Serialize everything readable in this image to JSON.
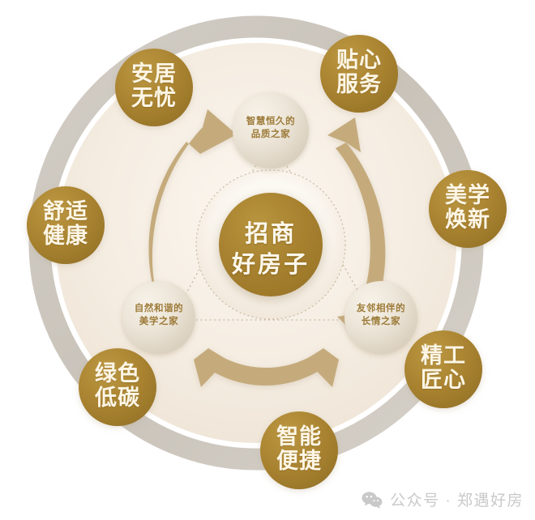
{
  "diagram": {
    "title_hub": "招商\n好房子",
    "colors": {
      "gold": "#a8822f",
      "gold_light": "#bf9b4a",
      "arrow": "#c5ab7c",
      "outer_ring": "#cdc8c0",
      "field_cream": "#f4ece1",
      "background": "#ffffff",
      "satellite_text": "#9d7b39",
      "watermark": "#c9c9c9"
    },
    "hub": {
      "name": "center-hub",
      "label": "招商\n好房子"
    },
    "satellites": [
      {
        "id": "quality-home",
        "label": "智慧恒久的\n品质之家",
        "position": "top"
      },
      {
        "id": "aesthetic-home",
        "label": "自然和谐的\n美学之家",
        "position": "bottom-left"
      },
      {
        "id": "neighbor-home",
        "label": "友邻相伴的\n长情之家",
        "position": "bottom-right"
      }
    ],
    "outer_labels": [
      {
        "id": "peace-of-mind",
        "label": "安居\n无忧",
        "position": "top-left"
      },
      {
        "id": "caring-service",
        "label": "贴心\n服务",
        "position": "top-right"
      },
      {
        "id": "aesthetic-renew",
        "label": "美学\n焕新",
        "position": "right"
      },
      {
        "id": "craftsmanship",
        "label": "精工\n匠心",
        "position": "bottom-right"
      },
      {
        "id": "smart-convenient",
        "label": "智能\n便捷",
        "position": "bottom"
      },
      {
        "id": "green-low-carbon",
        "label": "绿色\n低碳",
        "position": "bottom-left"
      },
      {
        "id": "comfort-health",
        "label": "舒适\n健康",
        "position": "left"
      }
    ],
    "arrows": [
      {
        "id": "arrow-left",
        "style": "double-headed-curved"
      },
      {
        "id": "arrow-right",
        "style": "double-headed-curved"
      },
      {
        "id": "arrow-bottom",
        "style": "double-headed-curved"
      }
    ]
  },
  "watermark": {
    "icon": "wechat-icon",
    "text": "公众号 · 郑遇好房"
  }
}
